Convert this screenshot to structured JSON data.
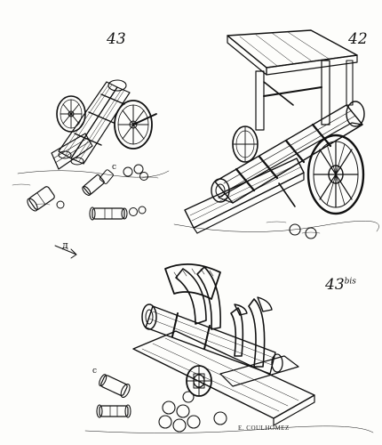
{
  "figures": {
    "fig43": {
      "number": "43"
    },
    "fig42": {
      "number": "42"
    },
    "fig43bis": {
      "number": "43",
      "suffix": "bis"
    }
  },
  "labels": {
    "c_left": "c",
    "c_bottom": "c",
    "mark": "д"
  },
  "signature": "E. COULHOMEZ",
  "colors": {
    "ink": "#111111",
    "paper": "#fdfdfb"
  }
}
